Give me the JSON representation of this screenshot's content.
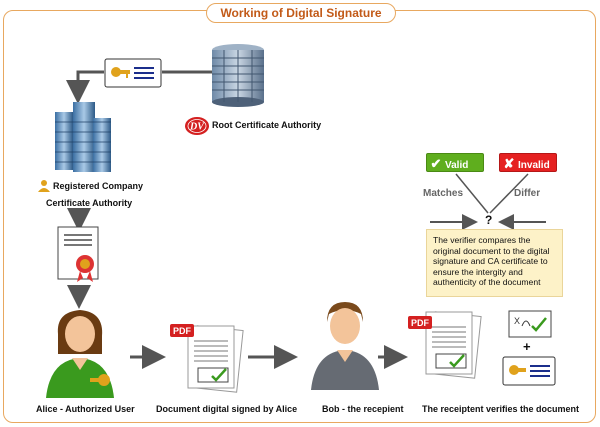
{
  "title": "Working of Digital Signature",
  "root_ca": {
    "logo_text": "DV",
    "label": "Root Certificate Authority"
  },
  "registered_ca": {
    "line1": "Registered Company",
    "line2": "Certificate Authority"
  },
  "alice": {
    "label": "Alice - Authorized User"
  },
  "document": {
    "pdf_tag": "PDF",
    "label": "Document digital signed by Alice"
  },
  "bob": {
    "label": "Bob - the recepient"
  },
  "verify": {
    "pdf_tag": "PDF",
    "label": "The receiptent verifies the document",
    "plus": "+",
    "valid": "Valid",
    "invalid": "Invalid",
    "matches": "Matches",
    "differ": "Differ",
    "question": "?",
    "note": "The verifier compares the original document to the digital signature and CA certificate to ensure the intergity and authenticity of the document"
  },
  "colors": {
    "accent": "#c25a18",
    "valid": "#5fae1e",
    "invalid": "#e52121",
    "arrow": "#555555"
  }
}
